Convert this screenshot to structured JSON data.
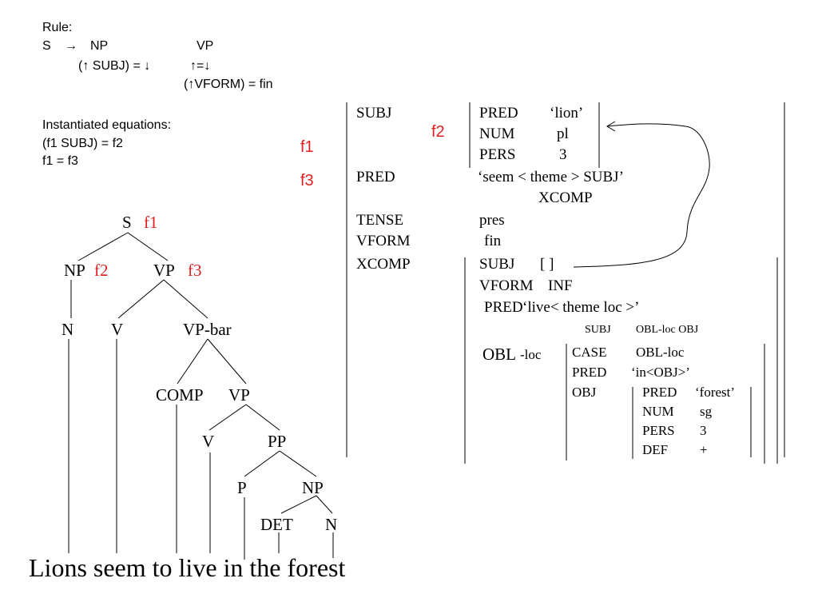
{
  "rule": {
    "heading": "Rule:",
    "lhs": "S",
    "arrow": "→",
    "np": "NP",
    "vp": "VP",
    "np_annot": "(↑ SUBJ) = ↓",
    "vp_annot": "↑=↓",
    "vp_annot2": "(↑VFORM) = fin"
  },
  "instantiated": {
    "heading": "Instantiated equations:",
    "eq1": "(f1 SUBJ) = f2",
    "eq2": "f1 = f3"
  },
  "tags": {
    "f1": "f1",
    "f2": "f2",
    "f3": "f3"
  },
  "tree": {
    "s": "S",
    "np": "NP",
    "vp": "VP",
    "n": "N",
    "v": "V",
    "vpbar": "VP-bar",
    "comp": "COMP",
    "vp2": "VP",
    "v2": "V",
    "pp": "PP",
    "p": "P",
    "np2": "NP",
    "det": "DET",
    "n2": "N",
    "sentence": "Lions seem to live in the forest"
  },
  "fstructure": {
    "subj": "SUBJ",
    "subj_pred": "PRED",
    "subj_pred_val": "‘lion’",
    "subj_num": "NUM",
    "subj_num_val": "pl",
    "subj_pers": "PERS",
    "subj_pers_val": "3",
    "pred": "PRED",
    "pred_val": "‘seem < theme > SUBJ’",
    "pred_val2": "XCOMP",
    "tense": "TENSE",
    "tense_val": "pres",
    "vform": "VFORM",
    "vform_val": "fin",
    "xcomp": "XCOMP",
    "x_subj": "SUBJ",
    "x_subj_val": "[  ]",
    "x_vform": "VFORM",
    "x_vform_val": "INF",
    "x_pred": "PRED",
    "x_pred_val": "‘live< theme    loc >’",
    "x_map_subj": "SUBJ",
    "x_map_obl": "OBL-loc OBJ",
    "obl": "OBL",
    "obl_suffix": "-loc",
    "case": "CASE",
    "case_val": "OBL-loc",
    "obl_pred": "PRED",
    "obl_pred_val": "‘in<OBJ>’",
    "obj": "OBJ",
    "obj_pred": "PRED",
    "obj_pred_val": "‘forest’",
    "obj_num": "NUM",
    "obj_num_val": "sg",
    "obj_pers": "PERS",
    "obj_pers_val": "3",
    "obj_def": "DEF",
    "obj_def_val": "+"
  }
}
